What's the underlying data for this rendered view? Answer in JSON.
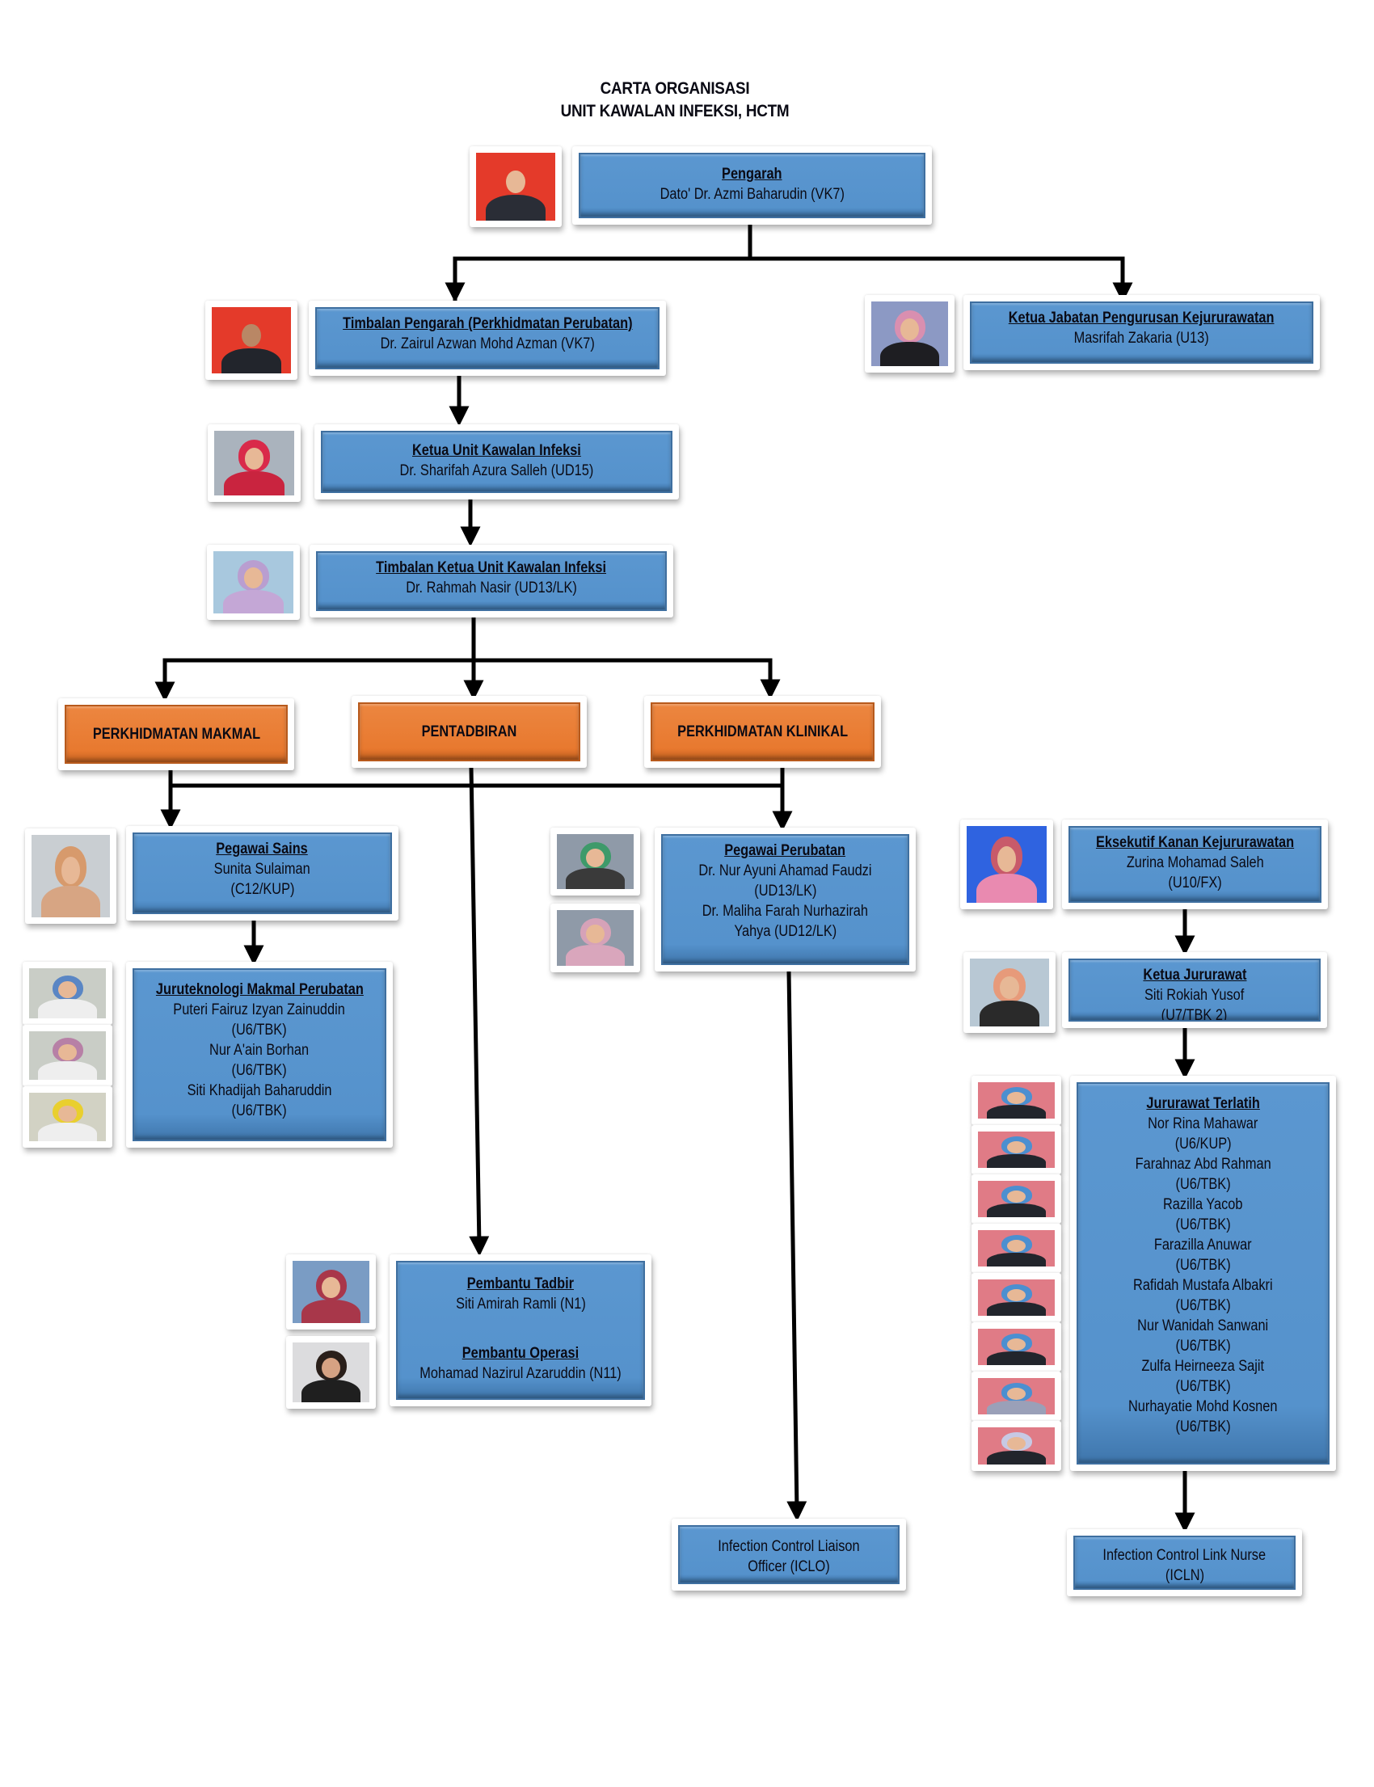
{
  "title": {
    "line1": "CARTA ORGANISASI",
    "line2": "UNIT KAWALAN INFEKSI, HCTM"
  },
  "colors": {
    "box_blue": "#5592cc",
    "box_orange": "#e8792f",
    "connector": "#000000"
  },
  "pengarah": {
    "heading": "Pengarah",
    "lines": [
      "Dato' Dr. Azmi Baharudin (VK7)"
    ]
  },
  "timbalan_pengarah": {
    "heading": "Timbalan Pengarah (Perkhidmatan Perubatan)",
    "lines": [
      "Dr. Zairul Azwan Mohd Azman (VK7)"
    ]
  },
  "ketua_jabatan": {
    "heading": "Ketua Jabatan Pengurusan Kejururawatan",
    "lines": [
      "Masrifah Zakaria (U13)"
    ]
  },
  "ketua_unit": {
    "heading": "Ketua Unit Kawalan Infeksi",
    "lines": [
      "Dr. Sharifah Azura Salleh (UD15)"
    ]
  },
  "timbalan_ketua": {
    "heading": "Timbalan Ketua Unit Kawalan Infeksi",
    "lines": [
      "Dr. Rahmah Nasir (UD13/LK)"
    ]
  },
  "divisions": {
    "makmal": "PERKHIDMATAN MAKMAL",
    "pentadbiran": "PENTADBIRAN",
    "klinikal": "PERKHIDMATAN KLINIKAL"
  },
  "pegawai_sains": {
    "heading": "Pegawai Sains",
    "lines": [
      "Sunita Sulaiman",
      "(C12/KUP)"
    ]
  },
  "juruteknologi": {
    "heading": "Juruteknologi Makmal Perubatan",
    "lines": [
      "Puteri Fairuz Izyan Zainuddin",
      "(U6/TBK)",
      "Nur A'ain Borhan",
      "(U6/TBK)",
      "Siti Khadijah Baharuddin",
      "(U6/TBK)"
    ]
  },
  "pegawai_perubatan": {
    "heading": "Pegawai Perubatan",
    "lines": [
      "Dr. Nur Ayuni Ahamad Faudzi",
      "(UD13/LK)",
      "Dr. Maliha Farah Nurhazirah",
      "Yahya  (UD12/LK)"
    ]
  },
  "pembantu": {
    "tadbir_heading": "Pembantu Tadbir",
    "tadbir_name": "Siti Amirah Ramli (N1)",
    "operasi_heading": "Pembantu Operasi",
    "operasi_name": "Mohamad Nazirul Azaruddin (N11)"
  },
  "iclo": {
    "lines": [
      "Infection Control Liaison",
      "Officer (ICLO)"
    ]
  },
  "eksekutif": {
    "heading": "Eksekutif Kanan Kejururawatan",
    "lines": [
      "Zurina Mohamad Saleh",
      "(U10/FX)"
    ]
  },
  "ketua_jururawat": {
    "heading": "Ketua Jururawat",
    "lines": [
      "Siti Rokiah Yusof",
      "(U7/TBK 2)"
    ]
  },
  "jururawat_terlatih": {
    "heading": "Jururawat Terlatih",
    "lines": [
      "Nor Rina Mahawar",
      "(U6/KUP)",
      "Farahnaz Abd Rahman",
      "(U6/TBK)",
      "Razilla Yacob",
      "(U6/TBK)",
      "Farazilla Anuwar",
      "(U6/TBK)",
      "Rafidah Mustafa Albakri",
      "(U6/TBK)",
      "Nur Wanidah Sanwani",
      "(U6/TBK)",
      "Zulfa Heirneeza Sajit",
      "(U6/TBK)",
      "Nurhayatie Mohd Kosnen",
      "(U6/TBK)"
    ]
  },
  "icln": {
    "lines": [
      "Infection Control Link Nurse",
      "(ICLN)"
    ]
  }
}
